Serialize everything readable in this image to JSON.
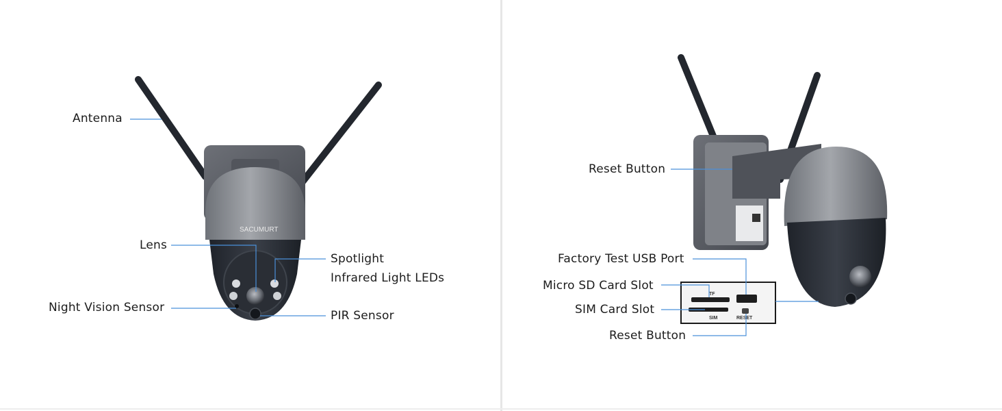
{
  "left_diagram": {
    "brand": "SACUMURT",
    "labels": {
      "antenna": "Antenna",
      "lens": "Lens",
      "night_vision": "Night Vision Sensor",
      "spotlight": "Spotlight",
      "infrared": "Infrared Light LEDs",
      "pir": "PIR Sensor"
    }
  },
  "right_diagram": {
    "labels": {
      "reset_top": "Reset Button",
      "usb": "Factory Test USB Port",
      "micro_sd": "Micro SD Card Slot",
      "sim": "SIM Card Slot",
      "reset_bottom": "Reset Button"
    },
    "slot_marks": {
      "tf": "TF",
      "sim": "SIM",
      "reset": "RESET"
    }
  },
  "colors": {
    "leader_line": "#4a90d9",
    "housing_top": "#8c8f94",
    "housing_dark": "#2c3038",
    "antenna": "#23272e",
    "mount": "#5e6168"
  }
}
